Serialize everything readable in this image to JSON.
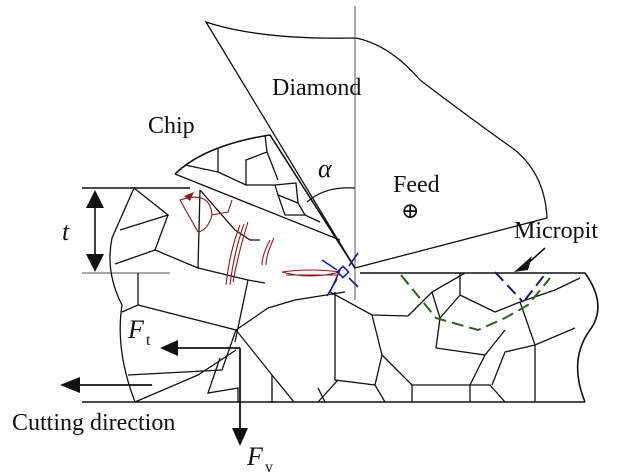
{
  "figure": {
    "type": "diamond cutting schematic",
    "labels": {
      "diamond": "Diamond",
      "chip": "Chip",
      "feed": "Feed",
      "feed_symbol": "⊕",
      "alpha": "α",
      "depth": "t",
      "micropit": "Micropit",
      "cutting_direction": "Cutting direction",
      "ft_main": "F",
      "ft_sub": "t",
      "fv_main": "F",
      "fv_sub": "v"
    },
    "colors": {
      "grain_boundary": "#111111",
      "deformation_twins": "#8b1a1a",
      "stress_concentration": "#1a1aa8",
      "micropit_boundary": "#1a1a66",
      "crack_path": "#2e5e1e"
    }
  }
}
